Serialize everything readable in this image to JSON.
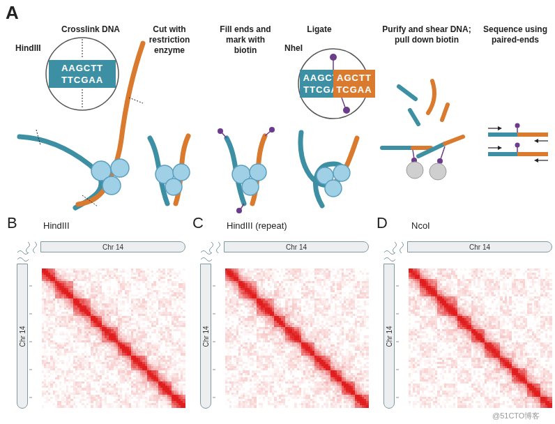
{
  "diagram": {
    "nodes": [
      {
        "text": [
          "AAGCTT",
          "TTCGAA"
        ]
      },
      {
        "text": [
          "AAGCT",
          "TTCGA"
        ]
      },
      {
        "text": [
          "AGCTT",
          "TCGAA"
        ]
      },
      {
        "text": [
          "Chr 14"
        ]
      },
      {
        "text": [
          "Chr 14"
        ]
      },
      {
        "text": [
          "Chr 14"
        ]
      },
      {
        "text": [
          "Chr 14"
        ]
      },
      {
        "text": [
          "Chr 14"
        ]
      },
      {
        "text": [
          "Chr 14"
        ]
      }
    ],
    "labels": [
      "A",
      "Crosslink DNA",
      "Cut with restriction enzyme",
      "Fill ends and mark with biotin",
      "Ligate",
      "Purify and shear DNA; pull down biotin",
      "Sequence using paired-ends",
      "HindIII",
      "NheI",
      "B",
      "HindIII",
      "C",
      "HindIII (repeat)",
      "D",
      "NcoI",
      "@51CTO博客"
    ]
  }
}
